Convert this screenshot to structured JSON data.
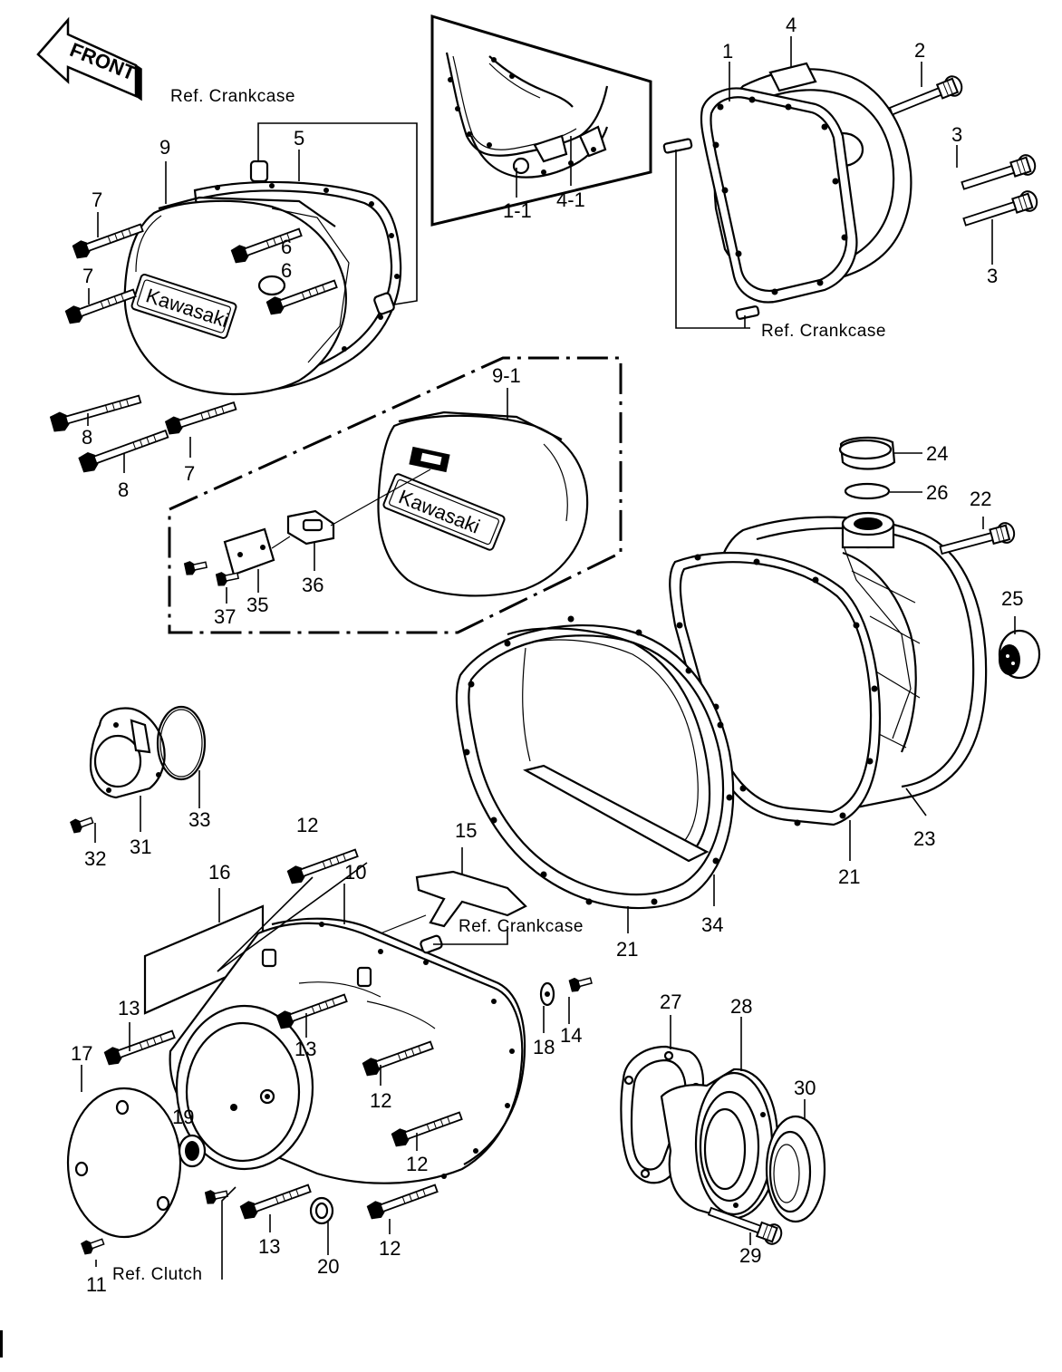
{
  "direction_badge": "FRONT",
  "logo_text": "Kawasaki",
  "callouts": [
    {
      "id": "c1",
      "text": "1"
    },
    {
      "id": "c2",
      "text": "2"
    },
    {
      "id": "c3a",
      "text": "3"
    },
    {
      "id": "c3b",
      "text": "3"
    },
    {
      "id": "c4",
      "text": "4"
    },
    {
      "id": "c5",
      "text": "5"
    },
    {
      "id": "c6a",
      "text": "6"
    },
    {
      "id": "c6b",
      "text": "6"
    },
    {
      "id": "c7a",
      "text": "7"
    },
    {
      "id": "c7b",
      "text": "7"
    },
    {
      "id": "c7c",
      "text": "7"
    },
    {
      "id": "c8a",
      "text": "8"
    },
    {
      "id": "c8b",
      "text": "8"
    },
    {
      "id": "c9",
      "text": "9"
    },
    {
      "id": "c11",
      "text": "1-1"
    },
    {
      "id": "c41",
      "text": "4-1"
    },
    {
      "id": "c91",
      "text": "9-1"
    },
    {
      "id": "c10",
      "text": "10"
    },
    {
      "id": "c11b",
      "text": "11"
    },
    {
      "id": "c12a",
      "text": "12"
    },
    {
      "id": "c12b",
      "text": "12"
    },
    {
      "id": "c12c",
      "text": "12"
    },
    {
      "id": "c12d",
      "text": "12"
    },
    {
      "id": "c13a",
      "text": "13"
    },
    {
      "id": "c13b",
      "text": "13"
    },
    {
      "id": "c13c",
      "text": "13"
    },
    {
      "id": "c14",
      "text": "14"
    },
    {
      "id": "c15",
      "text": "15"
    },
    {
      "id": "c16",
      "text": "16"
    },
    {
      "id": "c17",
      "text": "17"
    },
    {
      "id": "c18",
      "text": "18"
    },
    {
      "id": "c19",
      "text": "19"
    },
    {
      "id": "c20",
      "text": "20"
    },
    {
      "id": "c21a",
      "text": "21"
    },
    {
      "id": "c21b",
      "text": "21"
    },
    {
      "id": "c22",
      "text": "22"
    },
    {
      "id": "c23",
      "text": "23"
    },
    {
      "id": "c24",
      "text": "24"
    },
    {
      "id": "c25",
      "text": "25"
    },
    {
      "id": "c26",
      "text": "26"
    },
    {
      "id": "c27",
      "text": "27"
    },
    {
      "id": "c28",
      "text": "28"
    },
    {
      "id": "c29",
      "text": "29"
    },
    {
      "id": "c30",
      "text": "30"
    },
    {
      "id": "c31",
      "text": "31"
    },
    {
      "id": "c32",
      "text": "32"
    },
    {
      "id": "c33",
      "text": "33"
    },
    {
      "id": "c34",
      "text": "34"
    },
    {
      "id": "c35",
      "text": "35"
    },
    {
      "id": "c36",
      "text": "36"
    },
    {
      "id": "c37",
      "text": "37"
    }
  ],
  "references": [
    {
      "id": "r1",
      "text": "Ref.  Crankcase"
    },
    {
      "id": "r2",
      "text": "Ref.  Crankcase"
    },
    {
      "id": "r3",
      "text": "Ref.  Crankcase"
    },
    {
      "id": "r4",
      "text": "Ref.  Clutch"
    }
  ]
}
